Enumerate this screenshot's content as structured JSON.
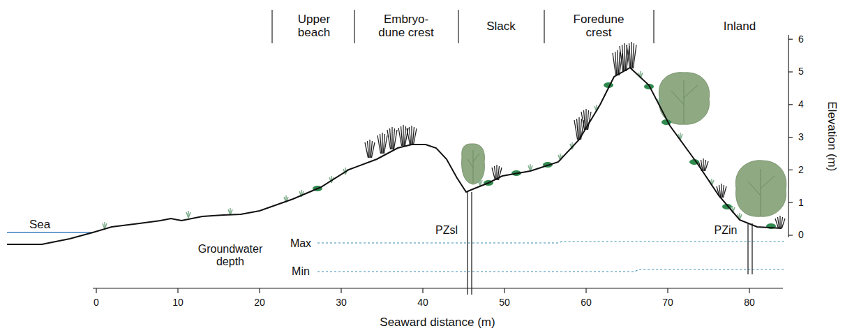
{
  "diagram": {
    "labels": [
      "Upper beach",
      "Embryo- dune crest",
      "Slack",
      "Foredune crest",
      "Inland",
      "Sea",
      "Groundwater depth",
      "Max",
      "Min",
      "PZsl",
      "PZin",
      "0",
      "1",
      "2",
      "3",
      "4",
      "5",
      "6",
      "0",
      "10",
      "20",
      "30",
      "40",
      "50",
      "60",
      "70",
      "80",
      "Seaward distance (m)",
      "Elevation (m)"
    ]
  }
}
